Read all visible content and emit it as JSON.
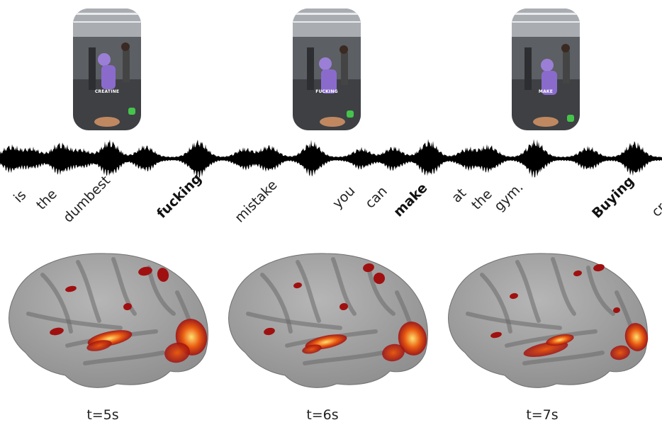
{
  "frames": [
    {
      "caption": "CREATINE"
    },
    {
      "caption": "FUCKING"
    },
    {
      "caption": "MAKE"
    }
  ],
  "words": [
    {
      "text": "is",
      "bold": false
    },
    {
      "text": "the",
      "bold": false
    },
    {
      "text": "dumbest",
      "bold": false
    },
    {
      "text": "fucking",
      "bold": true
    },
    {
      "text": "mistake",
      "bold": false
    },
    {
      "text": "you",
      "bold": false
    },
    {
      "text": "can",
      "bold": false
    },
    {
      "text": "make",
      "bold": true
    },
    {
      "text": "at",
      "bold": false
    },
    {
      "text": "the",
      "bold": false
    },
    {
      "text": "gym.",
      "bold": false
    },
    {
      "text": "Buying",
      "bold": true
    },
    {
      "text": "cr",
      "bold": false
    }
  ],
  "timepoints": [
    {
      "label": "t=5s"
    },
    {
      "label": "t=6s"
    },
    {
      "label": "t=7s"
    }
  ],
  "colors": {
    "waveform": "#000000",
    "brain_base": "#8e8e8e",
    "activation_low": "#a01010",
    "activation_mid": "#e85a10",
    "activation_high": "#ffe070"
  }
}
